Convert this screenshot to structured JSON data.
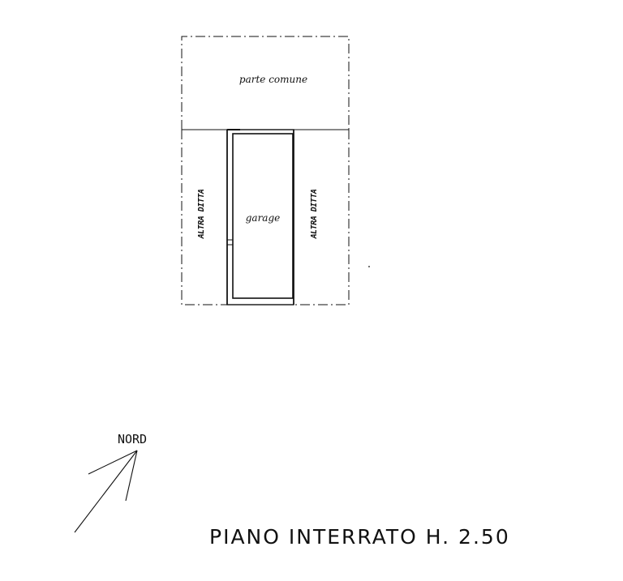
{
  "labels": {
    "common_area": "parte comune",
    "garage": "garage",
    "left_unit": "ALTRA DITTA",
    "right_unit": "ALTRA DITTA",
    "north": "NORD",
    "floor_title": "PIANO INTERRATO H. 2.50"
  },
  "colors": {
    "line": "#111111",
    "background": "#ffffff"
  }
}
